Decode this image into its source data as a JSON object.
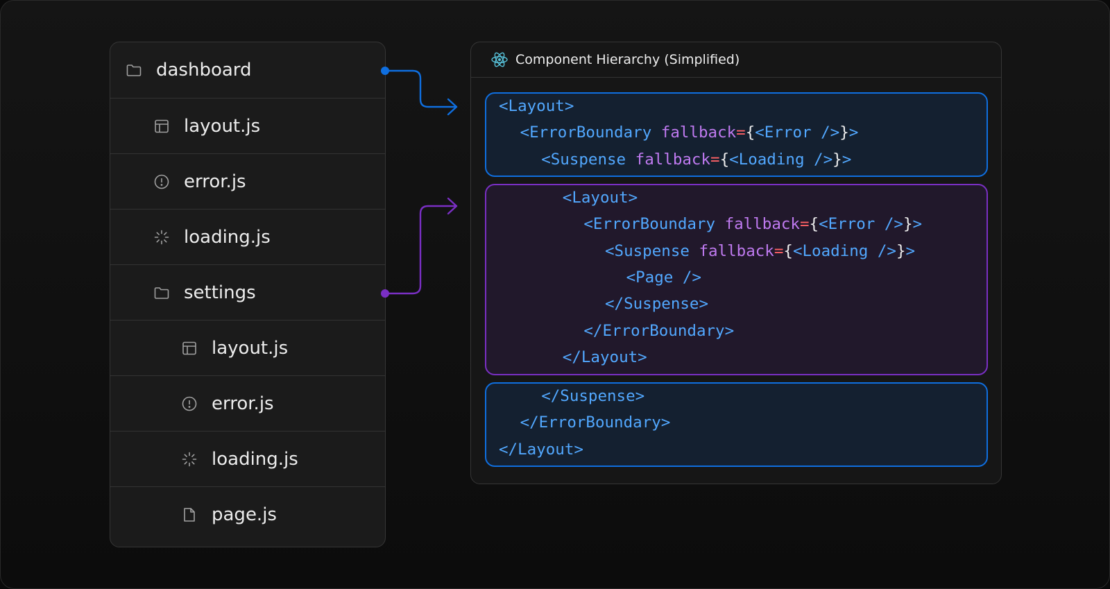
{
  "file_tree": [
    {
      "label": "dashboard",
      "icon": "folder-icon",
      "depth": 0
    },
    {
      "label": "layout.js",
      "icon": "layout-icon",
      "depth": 1
    },
    {
      "label": "error.js",
      "icon": "error-icon",
      "depth": 1
    },
    {
      "label": "loading.js",
      "icon": "loading-icon",
      "depth": 1
    },
    {
      "label": "settings",
      "icon": "folder-icon",
      "depth": 1
    },
    {
      "label": "layout.js",
      "icon": "layout-icon",
      "depth": 2
    },
    {
      "label": "error.js",
      "icon": "error-icon",
      "depth": 2
    },
    {
      "label": "loading.js",
      "icon": "loading-icon",
      "depth": 2
    },
    {
      "label": "page.js",
      "icon": "file-icon",
      "depth": 2
    }
  ],
  "panel": {
    "title": "Component Hierarchy (Simplified)",
    "icon": "react-icon"
  },
  "code_blocks": {
    "outer_open": [
      {
        "tag": "<Layout>"
      },
      {
        "tag": "<ErrorBoundary",
        "attr": "fallback",
        "val": "<Error />"
      },
      {
        "tag": "<Suspense",
        "attr": "fallback",
        "val": "<Loading />"
      }
    ],
    "inner": [
      {
        "tag": "<Layout>"
      },
      {
        "tag": "<ErrorBoundary",
        "attr": "fallback",
        "val": "<Error />"
      },
      {
        "tag": "<Suspense",
        "attr": "fallback",
        "val": "<Loading />"
      },
      {
        "tag": "<Page />"
      },
      {
        "tag": "</Suspense>"
      },
      {
        "tag": "</ErrorBoundary>"
      },
      {
        "tag": "</Layout>"
      }
    ],
    "outer_close": [
      {
        "tag": "</Suspense>"
      },
      {
        "tag": "</ErrorBoundary>"
      },
      {
        "tag": "</Layout>"
      }
    ]
  },
  "colors": {
    "blue": "#0f6fe0",
    "purple": "#7a2fc4",
    "tag": "#52a8ff",
    "attr": "#bf7af0",
    "equals": "#ff6166"
  }
}
